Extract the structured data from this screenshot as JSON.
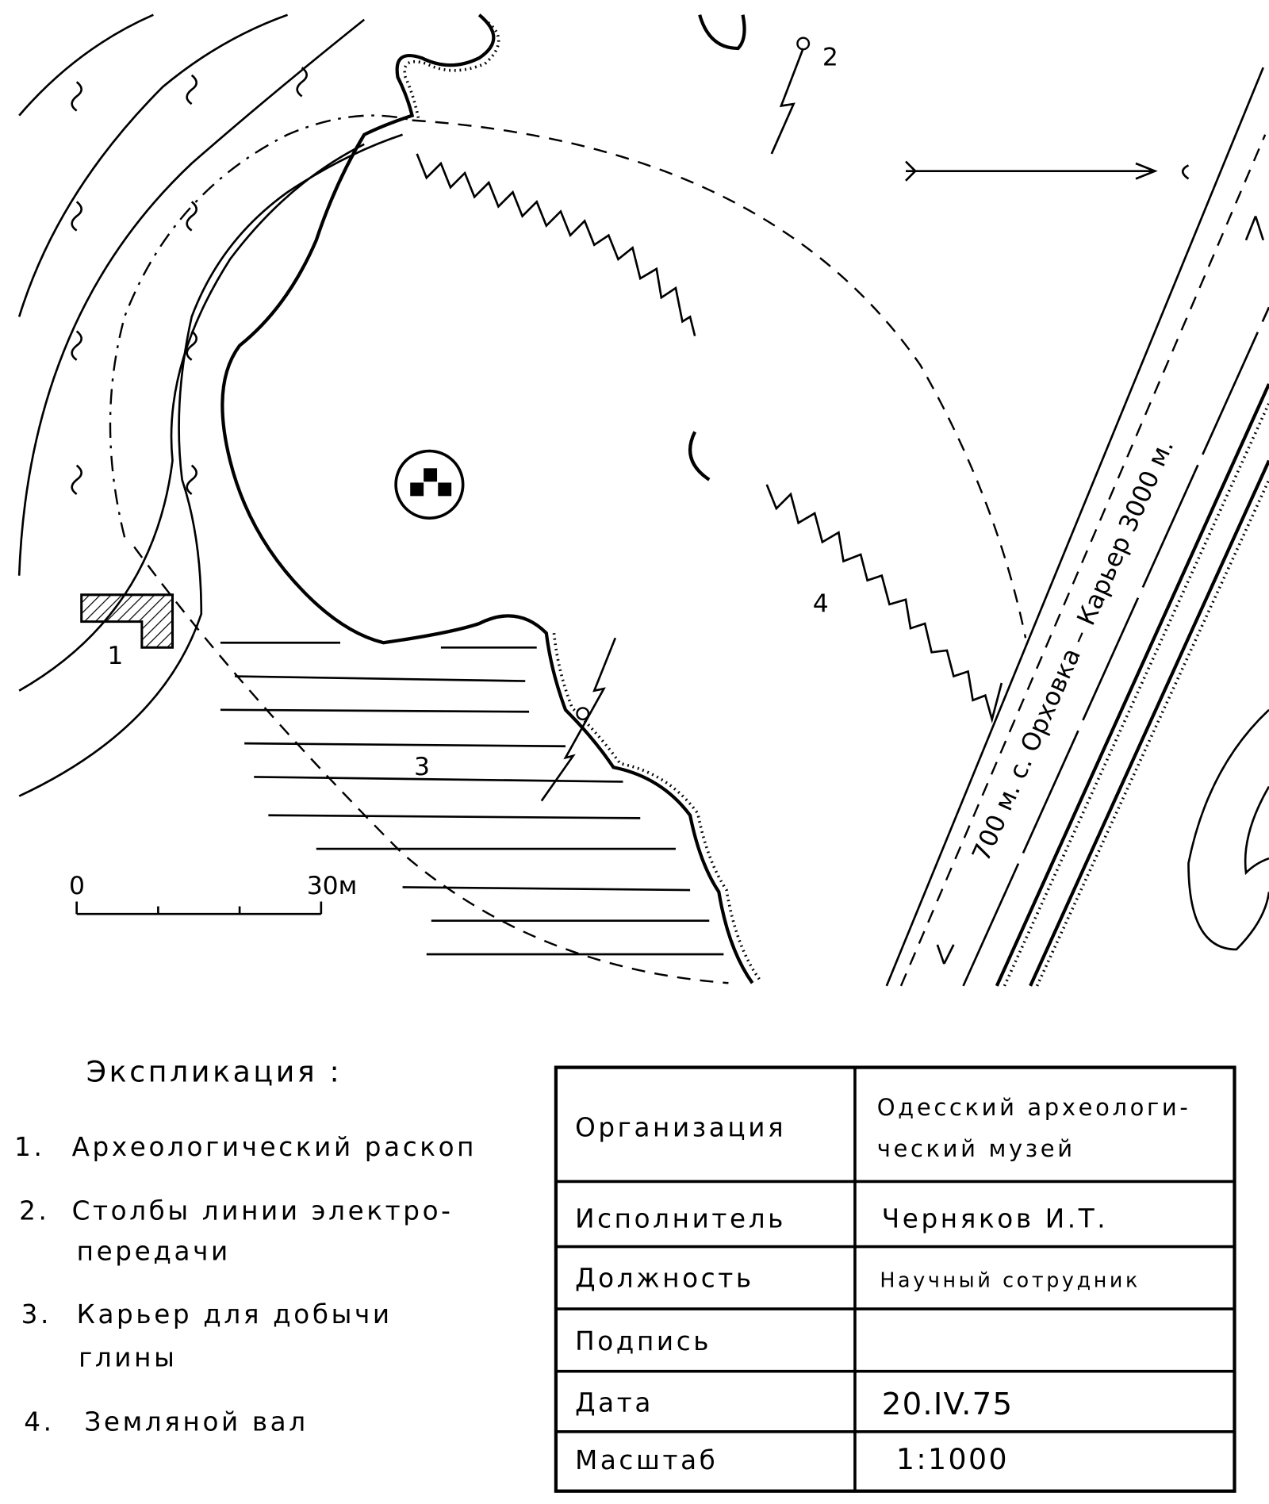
{
  "map": {
    "labels": {
      "excavation": "1",
      "power_line": "2",
      "quarry": "3",
      "rampart": "4"
    },
    "road_label": "700 м. с. Орховка – Карьер 3000 м.",
    "scale_bar": {
      "start": "0",
      "end": "30м"
    }
  },
  "legend": {
    "title": "Экспликация :",
    "items": [
      {
        "num": "1.",
        "line1": "Археологический раскоп",
        "line2": ""
      },
      {
        "num": "2.",
        "line1": "Столбы линии электро-",
        "line2": "передачи"
      },
      {
        "num": "3.",
        "line1": "Карьер для добычи",
        "line2": "глины"
      },
      {
        "num": "4.",
        "line1": "Земляной вал",
        "line2": ""
      }
    ]
  },
  "title_block": {
    "rows": [
      {
        "label": "Организация",
        "value1": "Одесский археологи-",
        "value2": "ческий музей"
      },
      {
        "label": "Исполнитель",
        "value1": "Черняков И.Т.",
        "value2": ""
      },
      {
        "label": "Должность",
        "value1": "Научный сотрудник",
        "value2": ""
      },
      {
        "label": "Подпись",
        "value1": "",
        "value2": ""
      },
      {
        "label": "Дата",
        "value1": "20.IV.75",
        "value2": ""
      },
      {
        "label": "Масштаб",
        "value1": "1:1000",
        "value2": ""
      }
    ]
  }
}
